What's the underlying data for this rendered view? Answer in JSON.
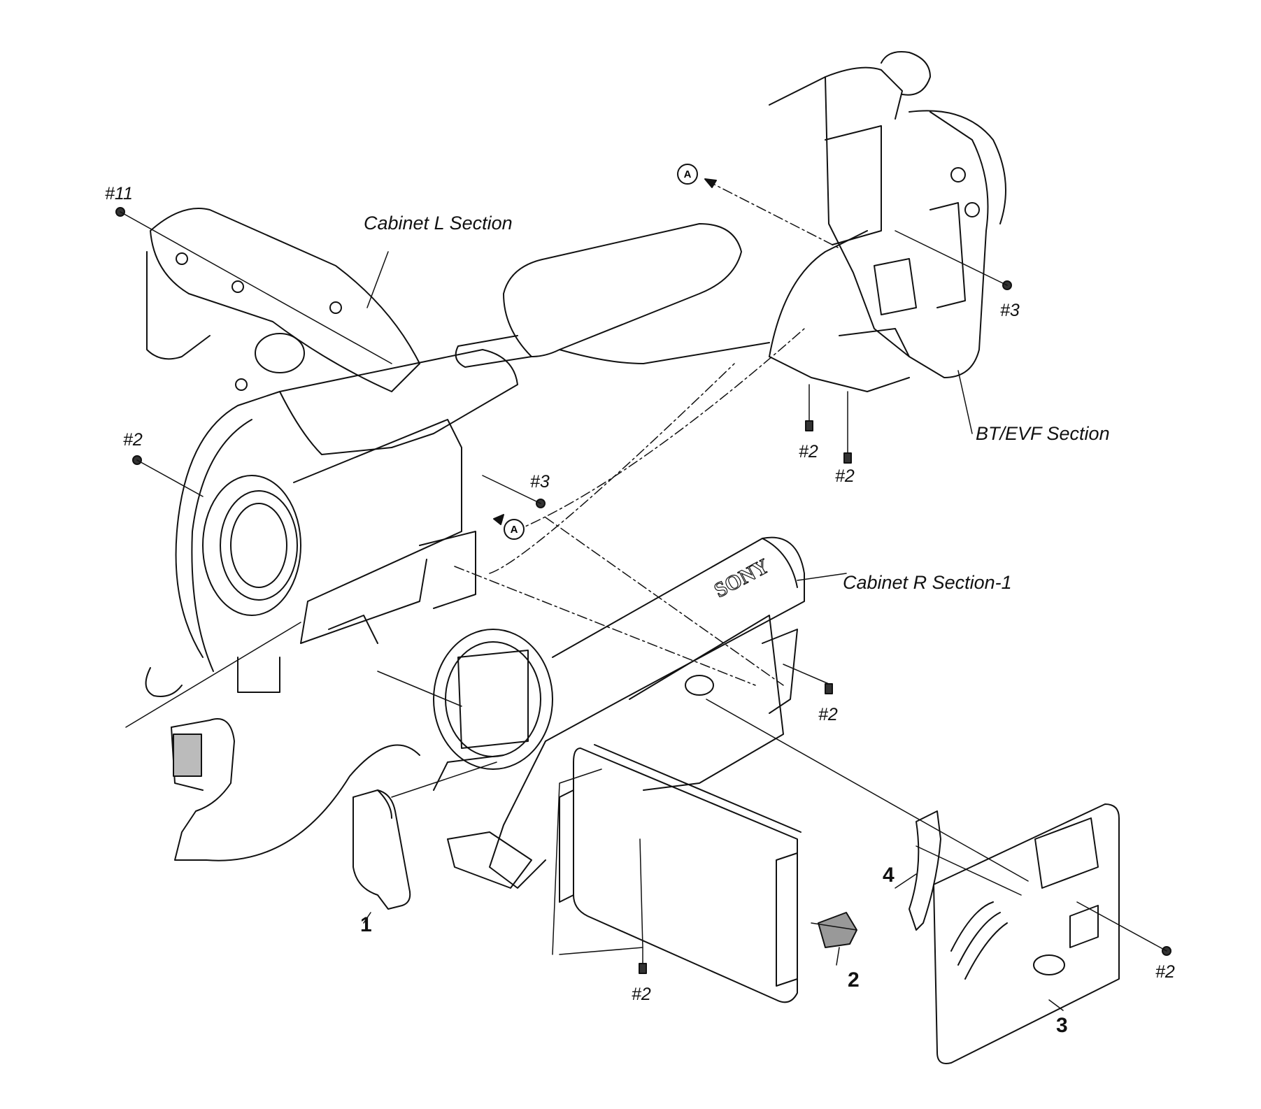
{
  "sections": {
    "cabinet_l": "Cabinet L Section",
    "bt_evf": "BT/EVF Section",
    "cabinet_r": "Cabinet R Section-1"
  },
  "screws": {
    "s11": "#11",
    "s2_left": "#2",
    "s3_mid": "#3",
    "s3_right": "#3",
    "s2_bt_a": "#2",
    "s2_bt_b": "#2",
    "s2_right": "#2",
    "s2_bottom": "#2",
    "s2_panel": "#2"
  },
  "parts": {
    "p1": "1",
    "p2": "2",
    "p3": "3",
    "p4": "4"
  },
  "refs": {
    "a_top": "A",
    "a_mid": "A"
  },
  "brand": {
    "logo": "SONY"
  }
}
